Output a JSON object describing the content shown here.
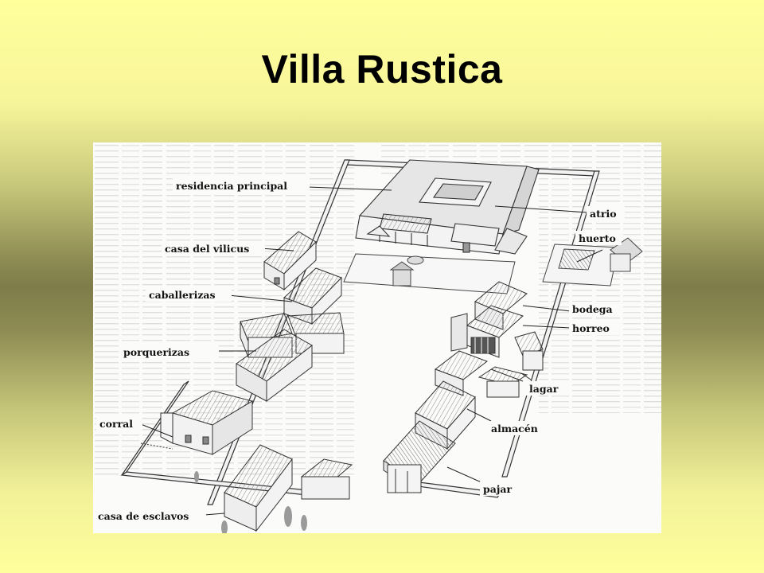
{
  "slide": {
    "title": "Villa Rustica"
  },
  "figure": {
    "labels": {
      "residencia_principal": "residencia principal",
      "atrio": "atrio",
      "huerto": "huerto",
      "casa_del_vilicus": "casa del vilicus",
      "caballerizas": "caballerizas",
      "bodega": "bodega",
      "horreo": "horreo",
      "porquerizas": "porquerizas",
      "lagar": "lagar",
      "corral": "corral",
      "almacen": "almacén",
      "pajar": "pajar",
      "casa_de_esclavos": "casa de esclavos"
    }
  },
  "colors": {
    "background_top": "#ffff9c",
    "background_mid": "#7e7c49",
    "figure_bg": "#fbfbfa",
    "ink": "#222222"
  }
}
